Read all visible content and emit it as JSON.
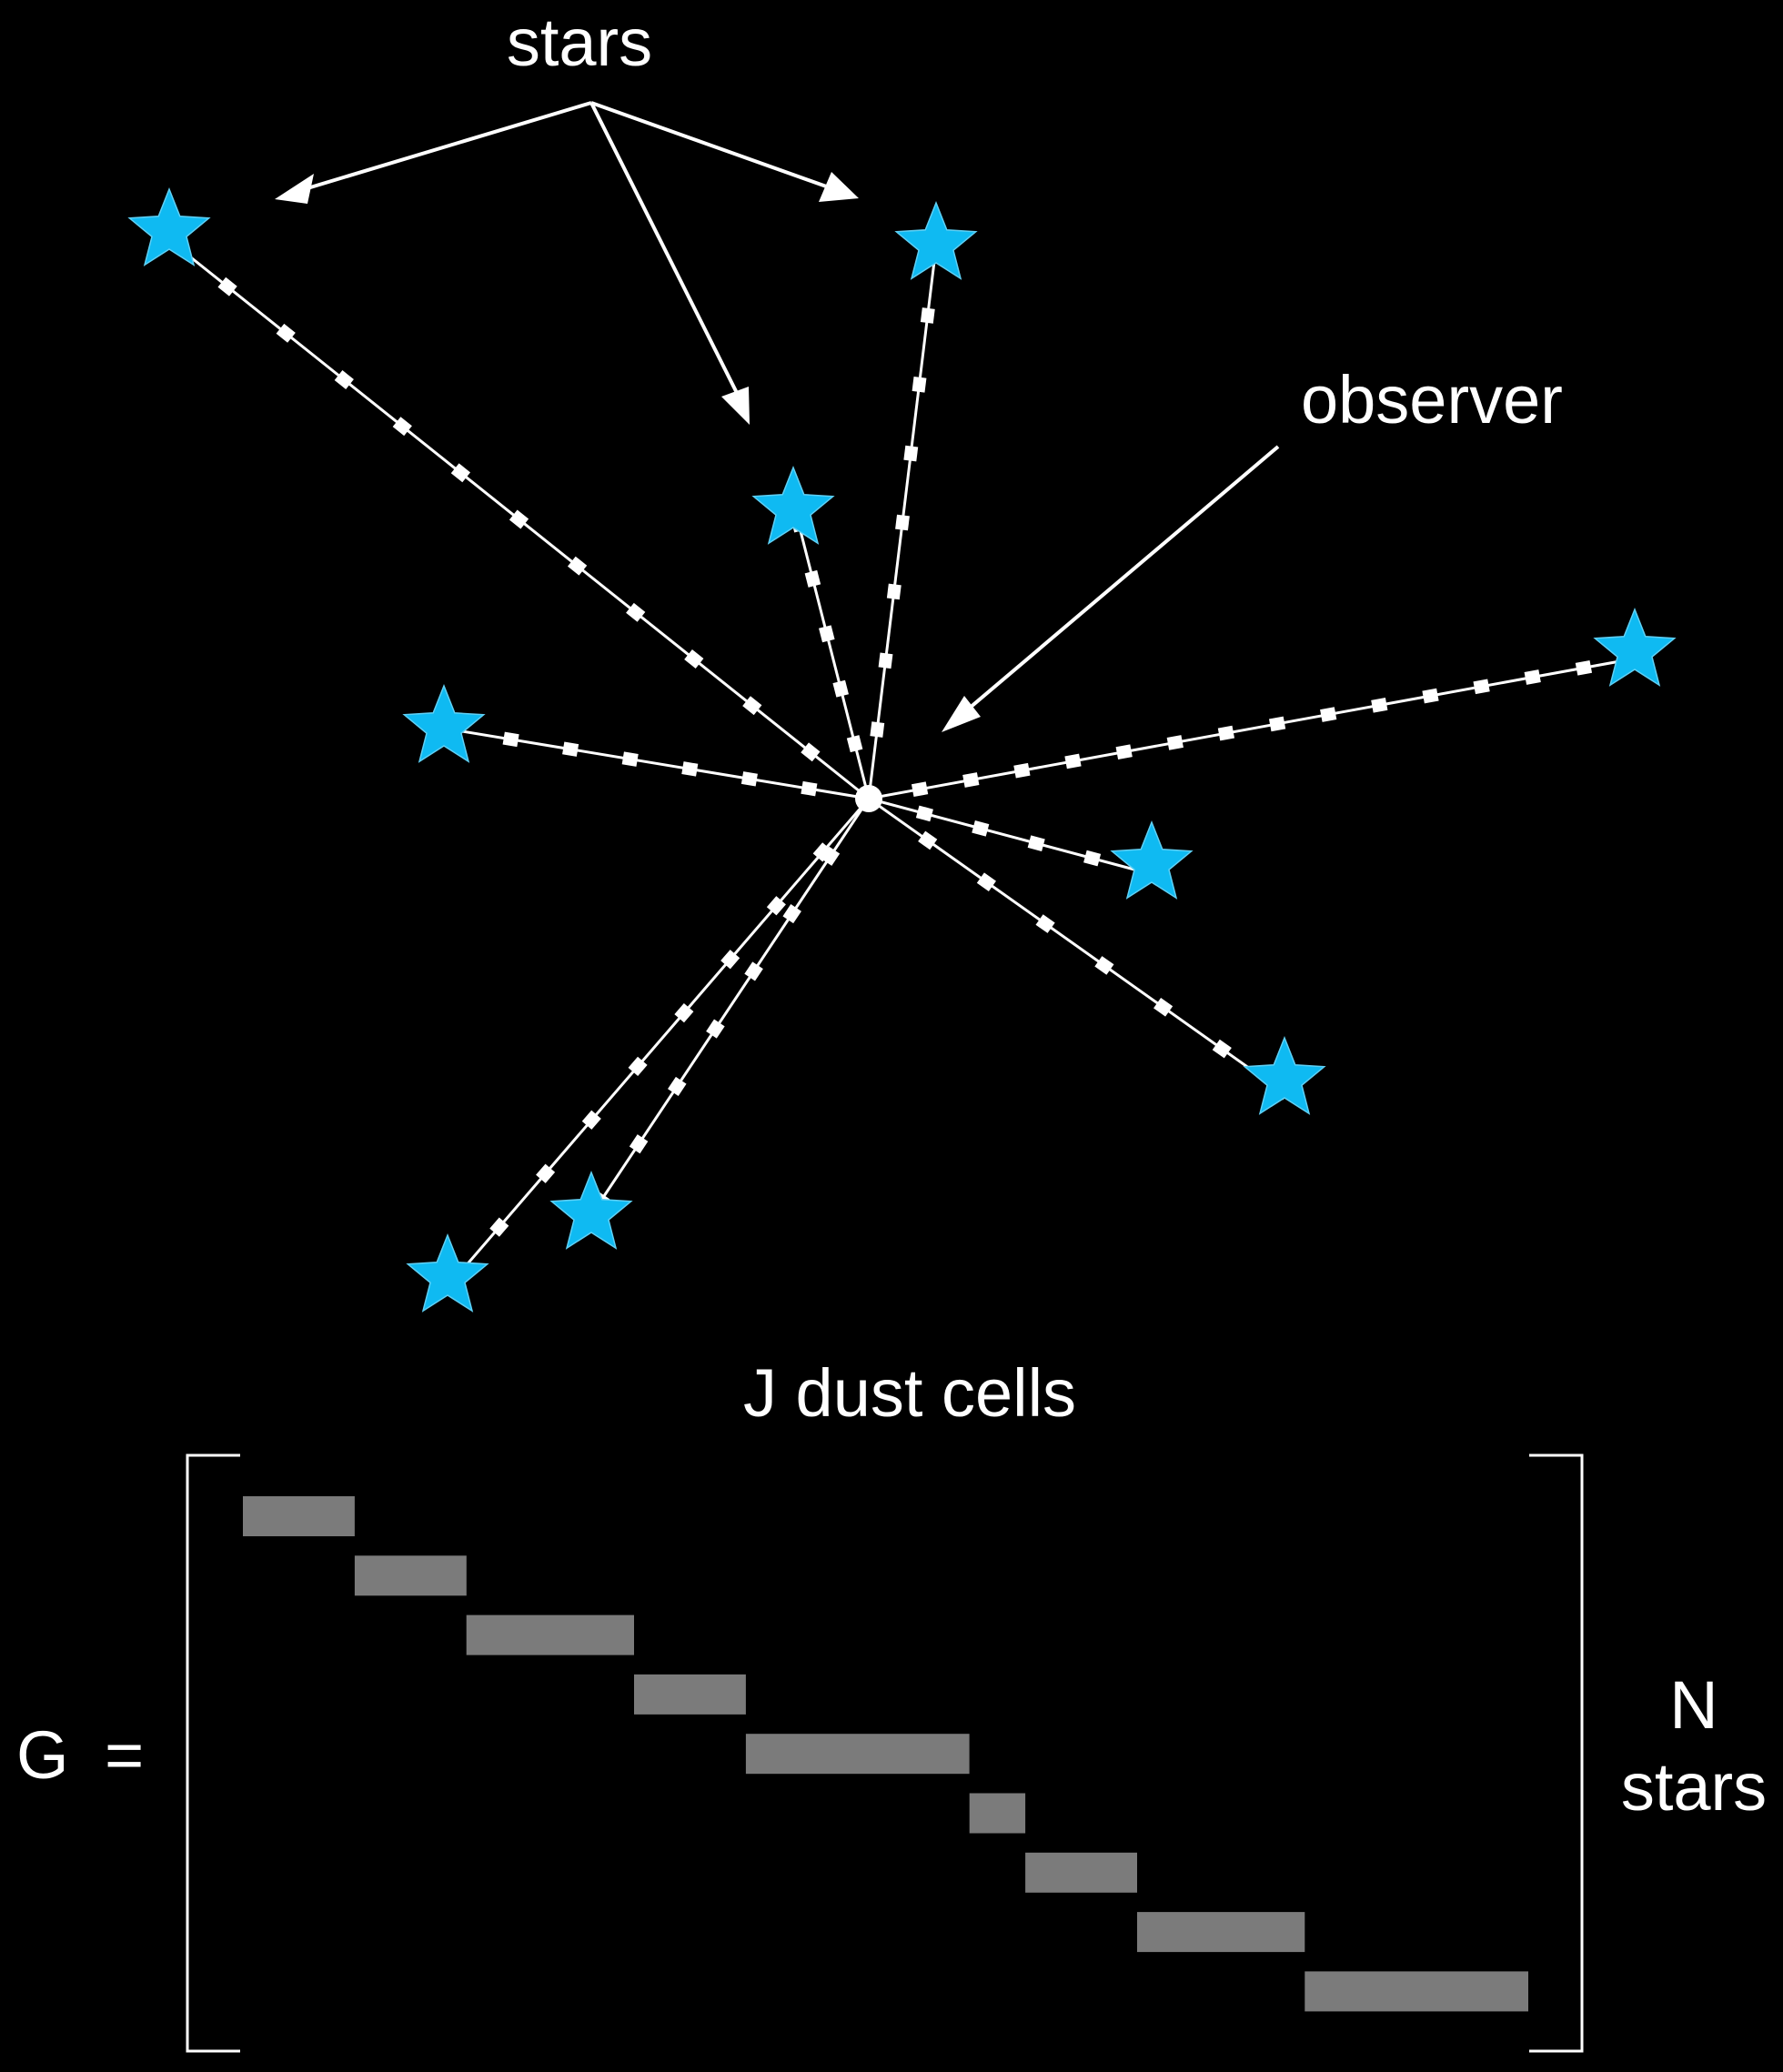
{
  "labels": {
    "stars": "stars",
    "observer": "observer",
    "matrix_columns": "J dust cells",
    "matrix_name": "G",
    "equals": "=",
    "matrix_rows_line1": "N",
    "matrix_rows_line2": "stars"
  },
  "colors": {
    "background": "#000000",
    "star_fill": "#0fbaf2",
    "line_and_text": "#ffffff",
    "matrix_block": "#7b7b7b"
  },
  "sky_diagram": {
    "star_count": 9,
    "sightlines": [
      {
        "star": "star-1",
        "dust_cells_crossed": 12
      },
      {
        "star": "star-2",
        "dust_cells_crossed": 8
      },
      {
        "star": "star-3",
        "dust_cells_crossed": 5
      },
      {
        "star": "star-4",
        "dust_cells_crossed": 7
      },
      {
        "star": "star-5",
        "dust_cells_crossed": 15
      },
      {
        "star": "star-6",
        "dust_cells_crossed": 5
      },
      {
        "star": "star-7",
        "dust_cells_crossed": 7
      },
      {
        "star": "star-8",
        "dust_cells_crossed": 7
      },
      {
        "star": "star-9",
        "dust_cells_crossed": 9
      }
    ]
  },
  "matrix": {
    "total_columns": 23,
    "rows": [
      {
        "cells": 2
      },
      {
        "cells": 2
      },
      {
        "cells": 3
      },
      {
        "cells": 2
      },
      {
        "cells": 4
      },
      {
        "cells": 1
      },
      {
        "cells": 2
      },
      {
        "cells": 3
      },
      {
        "cells": 4
      }
    ]
  }
}
